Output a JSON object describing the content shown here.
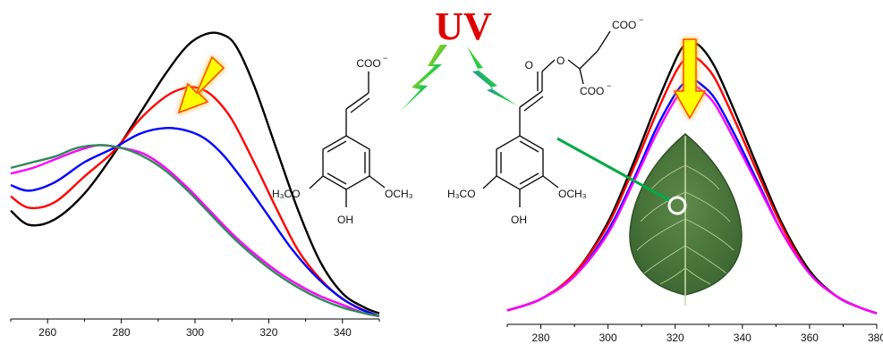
{
  "title": "UV",
  "left_panel": {
    "ticks": [
      "260",
      "280",
      "300",
      "320",
      "340"
    ]
  },
  "right_panel": {
    "ticks": [
      "280",
      "300",
      "320",
      "340",
      "360",
      "380"
    ]
  },
  "molecule_left": {
    "carboxylate": "COO",
    "left_group": "H₃CO",
    "right_group": "OCH₃",
    "hydroxyl": "OH"
  },
  "molecule_right": {
    "carboxylate_top": "COO",
    "carboxylate_bottom": "COO",
    "ester_o": "O",
    "carbonyl_o": "O",
    "left_group": "H₃CO",
    "right_group": "OCH₃",
    "hydroxyl": "OH"
  },
  "chart_data": [
    {
      "type": "line",
      "xlim": [
        250,
        350
      ],
      "x_ticks": [
        260,
        280,
        300,
        320,
        340
      ],
      "series": [
        {
          "color": "#000000",
          "x": [
            250,
            255,
            262,
            270,
            278,
            285,
            292,
            298,
            303,
            307,
            311,
            316,
            322,
            328,
            334,
            340,
            346,
            350
          ],
          "y": [
            0.38,
            0.33,
            0.35,
            0.44,
            0.58,
            0.72,
            0.86,
            0.96,
            1.0,
            1.0,
            0.96,
            0.82,
            0.6,
            0.38,
            0.2,
            0.09,
            0.04,
            0.02
          ]
        },
        {
          "color": "#ff0000",
          "x": [
            250,
            255,
            262,
            270,
            278,
            285,
            292,
            297,
            301,
            305,
            310,
            316,
            322,
            328,
            334,
            340,
            346,
            350
          ],
          "y": [
            0.43,
            0.39,
            0.41,
            0.5,
            0.59,
            0.7,
            0.78,
            0.81,
            0.81,
            0.78,
            0.7,
            0.55,
            0.39,
            0.24,
            0.14,
            0.07,
            0.03,
            0.01
          ]
        },
        {
          "color": "#0000ff",
          "x": [
            250,
            255,
            262,
            270,
            278,
            285,
            292,
            298,
            303,
            308,
            314,
            320,
            326,
            332,
            338,
            344,
            350
          ],
          "y": [
            0.47,
            0.45,
            0.48,
            0.55,
            0.6,
            0.65,
            0.67,
            0.66,
            0.63,
            0.57,
            0.47,
            0.36,
            0.25,
            0.16,
            0.09,
            0.04,
            0.01
          ]
        },
        {
          "color": "#ff00ff",
          "x": [
            250,
            256,
            262,
            268,
            274,
            280,
            286,
            292,
            298,
            304,
            310,
            316,
            322,
            328,
            334,
            340,
            346,
            350
          ],
          "y": [
            0.51,
            0.53,
            0.56,
            0.59,
            0.61,
            0.6,
            0.58,
            0.53,
            0.46,
            0.38,
            0.3,
            0.23,
            0.17,
            0.12,
            0.08,
            0.05,
            0.02,
            0.01
          ]
        },
        {
          "color": "#2e8b57",
          "x": [
            250,
            256,
            262,
            268,
            274,
            280,
            286,
            292,
            298,
            304,
            310,
            316,
            322,
            328,
            334,
            340,
            346,
            350
          ],
          "y": [
            0.53,
            0.55,
            0.57,
            0.6,
            0.61,
            0.6,
            0.57,
            0.52,
            0.45,
            0.37,
            0.29,
            0.22,
            0.16,
            0.11,
            0.07,
            0.04,
            0.02,
            0.01
          ]
        }
      ]
    },
    {
      "type": "line",
      "xlim": [
        270,
        380
      ],
      "x_ticks": [
        280,
        300,
        320,
        340,
        360,
        380
      ],
      "series": [
        {
          "color": "#000000",
          "x": [
            270,
            280,
            290,
            300,
            308,
            314,
            319,
            322,
            325,
            328,
            332,
            338,
            345,
            352,
            360,
            368,
            375,
            380
          ],
          "y": [
            0.03,
            0.07,
            0.16,
            0.34,
            0.56,
            0.74,
            0.88,
            0.95,
            0.97,
            0.95,
            0.88,
            0.72,
            0.52,
            0.33,
            0.17,
            0.08,
            0.04,
            0.02
          ]
        },
        {
          "color": "#ff0000",
          "x": [
            270,
            280,
            290,
            300,
            308,
            314,
            319,
            322,
            325,
            328,
            332,
            338,
            345,
            352,
            360,
            368,
            375,
            380
          ],
          "y": [
            0.03,
            0.07,
            0.16,
            0.33,
            0.54,
            0.71,
            0.84,
            0.9,
            0.92,
            0.9,
            0.84,
            0.69,
            0.5,
            0.32,
            0.16,
            0.08,
            0.04,
            0.02
          ]
        },
        {
          "color": "#0000ff",
          "x": [
            270,
            280,
            290,
            300,
            308,
            314,
            319,
            322,
            325,
            328,
            332,
            338,
            345,
            352,
            360,
            368,
            375,
            380
          ],
          "y": [
            0.03,
            0.07,
            0.15,
            0.31,
            0.5,
            0.66,
            0.77,
            0.82,
            0.84,
            0.82,
            0.77,
            0.64,
            0.47,
            0.3,
            0.16,
            0.08,
            0.04,
            0.02
          ]
        },
        {
          "color": "#ff00ff",
          "x": [
            270,
            280,
            290,
            300,
            308,
            314,
            319,
            322,
            325,
            328,
            332,
            338,
            345,
            352,
            360,
            368,
            375,
            380
          ],
          "y": [
            0.03,
            0.07,
            0.15,
            0.3,
            0.49,
            0.64,
            0.75,
            0.8,
            0.82,
            0.8,
            0.75,
            0.62,
            0.46,
            0.3,
            0.16,
            0.08,
            0.04,
            0.02
          ]
        }
      ]
    }
  ],
  "colors": {
    "arrow_fill": "#ffff00",
    "arrow_glow": "#ff3300",
    "uv_text": "#e00000",
    "pointer_line": "#00aa44",
    "leaf": "#4a7a3c"
  }
}
